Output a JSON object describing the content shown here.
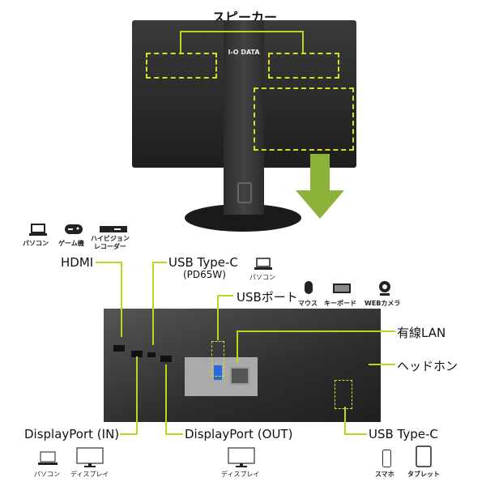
{
  "title": "スピーカー",
  "logo": "I-O DATA",
  "accent_color": "#c3d21a",
  "arrow_color": "#8db23a",
  "top_devices": [
    {
      "icon": "laptop-icon",
      "label": "パソコン"
    },
    {
      "icon": "gamepad-icon",
      "label": "ゲーム機"
    },
    {
      "icon": "recorder-icon",
      "label": "ハイビジョン\nレコーダー"
    }
  ],
  "ports": {
    "hdmi": "HDMI",
    "usb_type_c_top": "USB Type-C",
    "usb_type_c_top_sub": "(PD65W)",
    "usb_type_c_top_device": "パソコン",
    "usb_port": "USBポート",
    "usb_port_devices": [
      "マウス",
      "キーボード",
      "WEBカメラ"
    ],
    "lan": "有線LAN",
    "headphone": "ヘッドホン",
    "dp_in": "DisplayPort (IN)",
    "dp_out": "DisplayPort (OUT)",
    "usb_type_c_bottom": "USB Type-C"
  },
  "bottom_devices": {
    "dp_in": [
      "パソコン",
      "ディスプレイ"
    ],
    "dp_out": [
      "ディスプレイ"
    ],
    "usb_c": [
      "スマホ",
      "タブレット"
    ]
  }
}
